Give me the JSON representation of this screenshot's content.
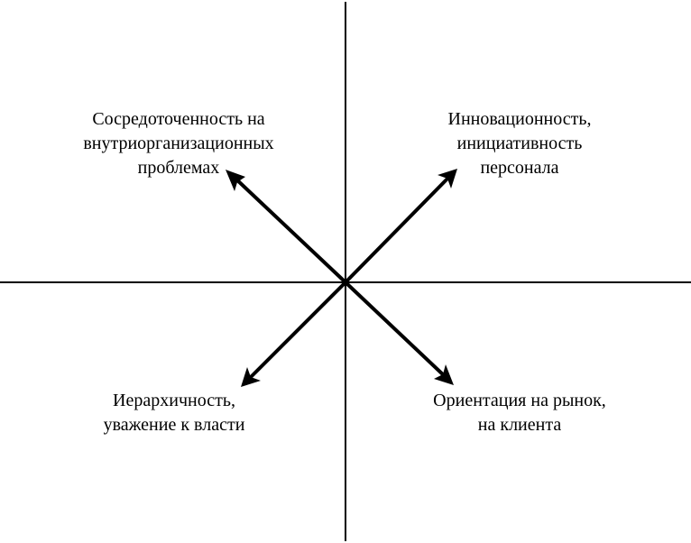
{
  "labels": {
    "top_left": [
      "Сосредоточенность на",
      "внутриорганизационных",
      "проблемах"
    ],
    "top_right": [
      "Инновационность,",
      "инициативность",
      "персонала"
    ],
    "bottom_left": [
      "Иерархичность,",
      "уважение к власти"
    ],
    "bottom_right": [
      "Ориентация на рынок,",
      "на клиента"
    ]
  },
  "colors": {
    "line": "#000000",
    "background": "#ffffff"
  }
}
